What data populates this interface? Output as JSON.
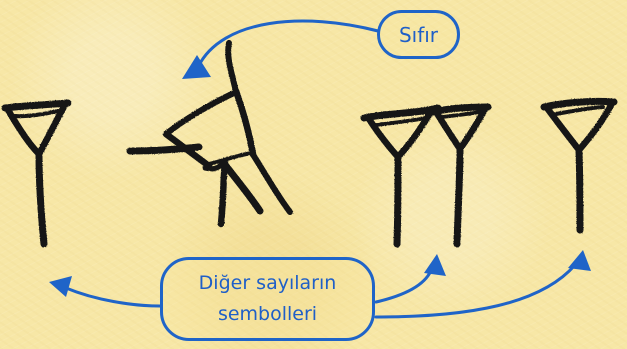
{
  "labels": {
    "zero": "Sıfır",
    "others_line_1": "Diğer sayıların",
    "others_line_2": "sembolleri"
  },
  "colors": {
    "background": "#f7e7a6",
    "annotation": "#1f64c8",
    "glyph": "#151515"
  },
  "icons": [
    "cuneiform-one-symbol",
    "cuneiform-zero-symbol",
    "cuneiform-two-symbol",
    "cuneiform-one-symbol"
  ]
}
